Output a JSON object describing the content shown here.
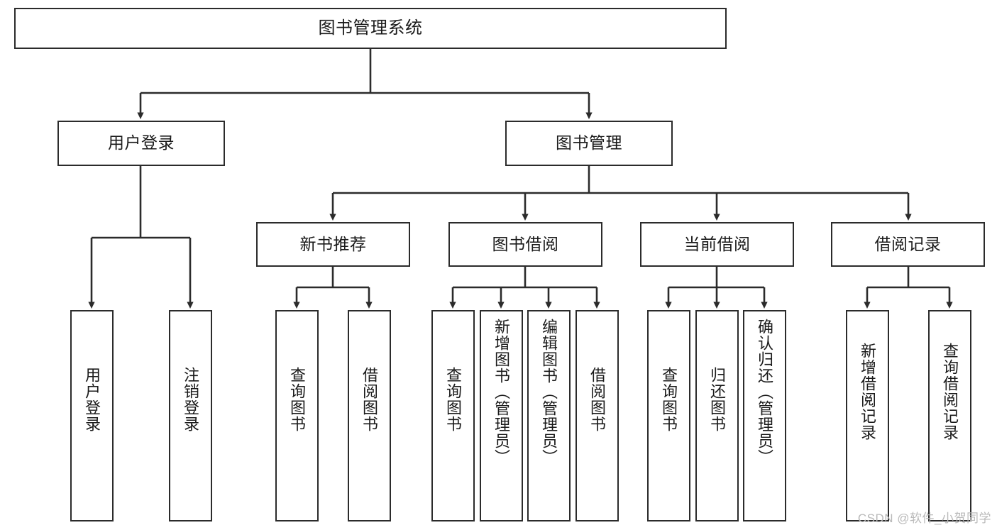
{
  "diagram": {
    "type": "tree-hierarchy",
    "title": "图书管理系统",
    "orientation": "top-down",
    "colors": {
      "node_border": "#2b2b2b",
      "node_fill": "#ffffff",
      "edge": "#2b2b2b",
      "text": "#1a1a1a",
      "watermark": "#b9b9b9",
      "background": "#ffffff"
    },
    "levels": {
      "root": {
        "label": "图书管理系统"
      },
      "level2": [
        {
          "id": "user-login",
          "label": "用户登录"
        },
        {
          "id": "book-management",
          "label": "图书管理"
        }
      ],
      "level3": [
        {
          "id": "new-book-recommend",
          "label": "新书推荐",
          "parent": "book-management"
        },
        {
          "id": "book-borrow",
          "label": "图书借阅",
          "parent": "book-management"
        },
        {
          "id": "current-borrow",
          "label": "当前借阅",
          "parent": "book-management"
        },
        {
          "id": "borrow-record",
          "label": "借阅记录",
          "parent": "book-management"
        }
      ],
      "leaves": {
        "user-login": [
          {
            "id": "leaf-user-login",
            "label": "用户登录"
          },
          {
            "id": "leaf-user-logout",
            "label": "注销登录"
          }
        ],
        "new-book-recommend": [
          {
            "id": "leaf-query-book-1",
            "label": "查询图书"
          },
          {
            "id": "leaf-borrow-book-1",
            "label": "借阅图书"
          }
        ],
        "book-borrow": [
          {
            "id": "leaf-query-book-2",
            "label": "查询图书"
          },
          {
            "id": "leaf-add-book",
            "label": "新增图书（管理员）"
          },
          {
            "id": "leaf-edit-book",
            "label": "编辑图书（管理员）"
          },
          {
            "id": "leaf-borrow-book-2",
            "label": "借阅图书"
          }
        ],
        "current-borrow": [
          {
            "id": "leaf-query-book-3",
            "label": "查询图书"
          },
          {
            "id": "leaf-return-book",
            "label": "归还图书"
          },
          {
            "id": "leaf-confirm-return",
            "label": "确认归还（管理员）"
          }
        ],
        "borrow-record": [
          {
            "id": "leaf-add-record",
            "label": "新增借阅记录"
          },
          {
            "id": "leaf-query-record",
            "label": "查询借阅记录"
          }
        ]
      }
    }
  },
  "watermark": {
    "text": "CSDN @软件_小贺同学"
  }
}
